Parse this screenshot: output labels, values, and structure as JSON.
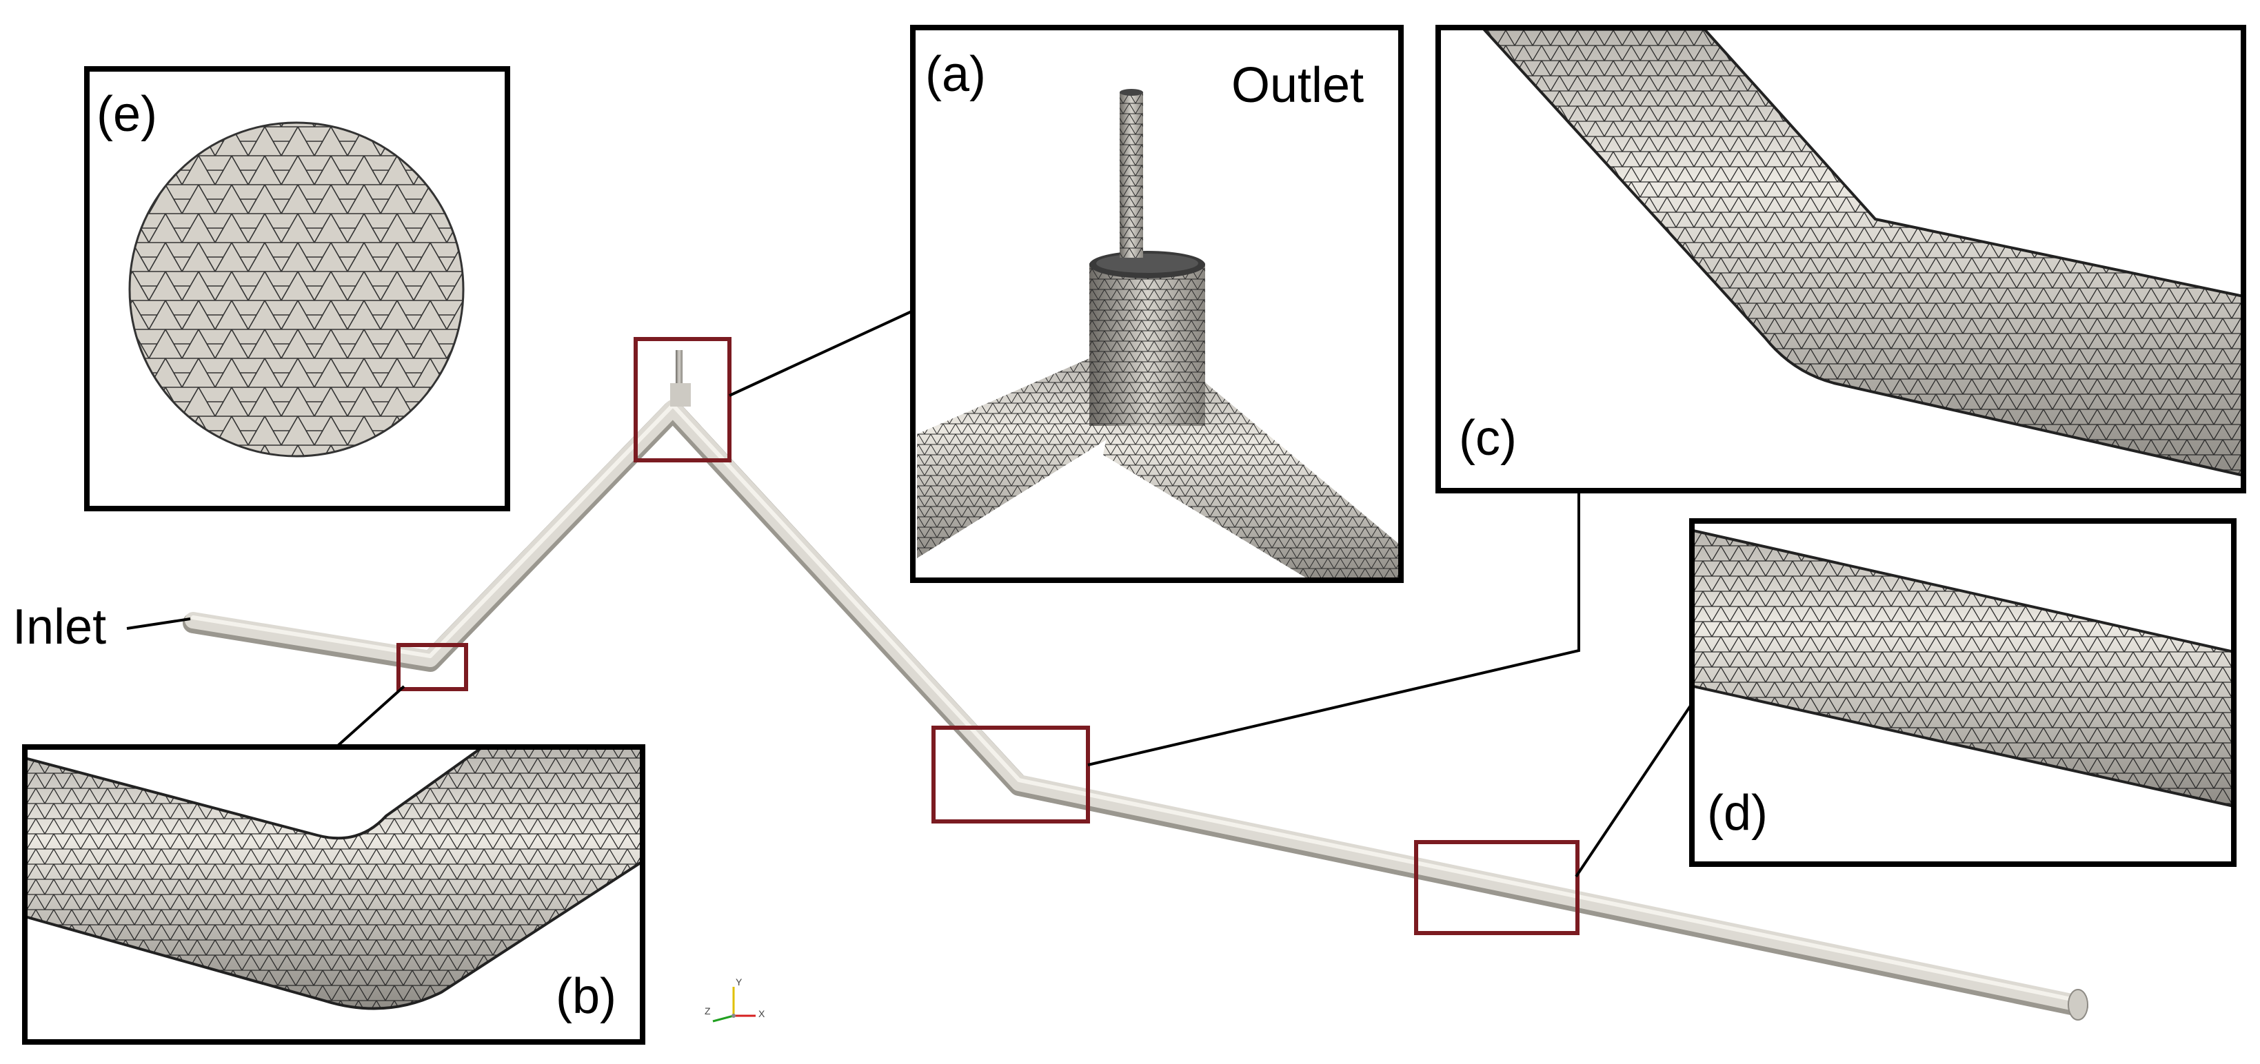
{
  "labels": {
    "inlet": "Inlet",
    "outlet": "Outlet",
    "panel_a": "(a)",
    "panel_b": "(b)",
    "panel_c": "(c)",
    "panel_d": "(d)",
    "panel_e": "(e)"
  },
  "axes": {
    "x": "X",
    "y": "Y",
    "z": "Z"
  },
  "colors": {
    "pipe": "#dddad3",
    "pipe_shadow": "#a9a6a0",
    "highlight_box": "#7b1b21",
    "inset_border": "#000000",
    "mesh_line": "#2a2a2a",
    "axis_x": "#d62020",
    "axis_y": "#e0c000",
    "axis_z": "#20a020"
  }
}
